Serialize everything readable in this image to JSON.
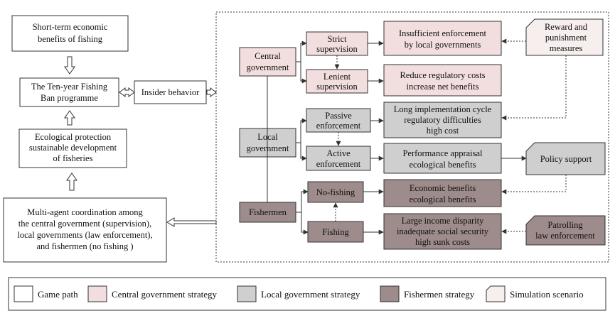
{
  "colors": {
    "white": "#ffffff",
    "central": "#f2dede",
    "local": "#cfcfcf",
    "fishermen": "#9e8b8b",
    "scenario": "#f7eeee",
    "line": "#333333"
  },
  "left": {
    "short_term": [
      "Short-term economic",
      "benefits of fishing"
    ],
    "ten_year": [
      "The Ten-year Fishing",
      "Ban programme"
    ],
    "insider": [
      "Insider behavior"
    ],
    "ecological": [
      "Ecological protection",
      "sustainable development",
      "of fisheries"
    ],
    "multi_agent": [
      "Multi-agent coordination among",
      "the central government (supervision),",
      "local governments (law enforcement),",
      "and fishermen (no fishing )"
    ]
  },
  "agents": {
    "central": [
      "Central",
      "government"
    ],
    "local": [
      "Local",
      "government"
    ],
    "fishermen": [
      "Fishermen"
    ]
  },
  "strategies": {
    "strict": [
      "Strict",
      "supervision"
    ],
    "lenient": [
      "Lenient",
      "supervision"
    ],
    "passive": [
      "Passive",
      "enforcement"
    ],
    "active": [
      "Active",
      "enforcement"
    ],
    "nofishing": [
      "No-fishing"
    ],
    "fishing": [
      "Fishing"
    ]
  },
  "outcomes": {
    "insufficient": [
      "Insufficient enforcement",
      "by local governments"
    ],
    "reduce": [
      "Reduce regulatory costs",
      "increase net benefits"
    ],
    "long": [
      "Long implementation cycle",
      "regulatory difficulties",
      "high cost"
    ],
    "performance": [
      "Performance appraisal",
      "ecological benefits"
    ],
    "economic": [
      "Economic benefits",
      "ecological benefits"
    ],
    "income": [
      "Large income disparity",
      "inadequate social security",
      "high sunk costs"
    ]
  },
  "scenarios": {
    "reward": [
      "Reward and",
      "punishment",
      "measures"
    ],
    "policy": [
      "Policy support"
    ],
    "patrol": [
      "Patrolling",
      "law enforcement"
    ]
  },
  "legend": [
    {
      "label": "Game path",
      "color_key": "white"
    },
    {
      "label": "Central government strategy",
      "color_key": "central"
    },
    {
      "label": "Local government strategy",
      "color_key": "local"
    },
    {
      "label": "Fishermen strategy",
      "color_key": "fishermen"
    },
    {
      "label": "Simulation scenario",
      "color_key": "scenario"
    }
  ]
}
